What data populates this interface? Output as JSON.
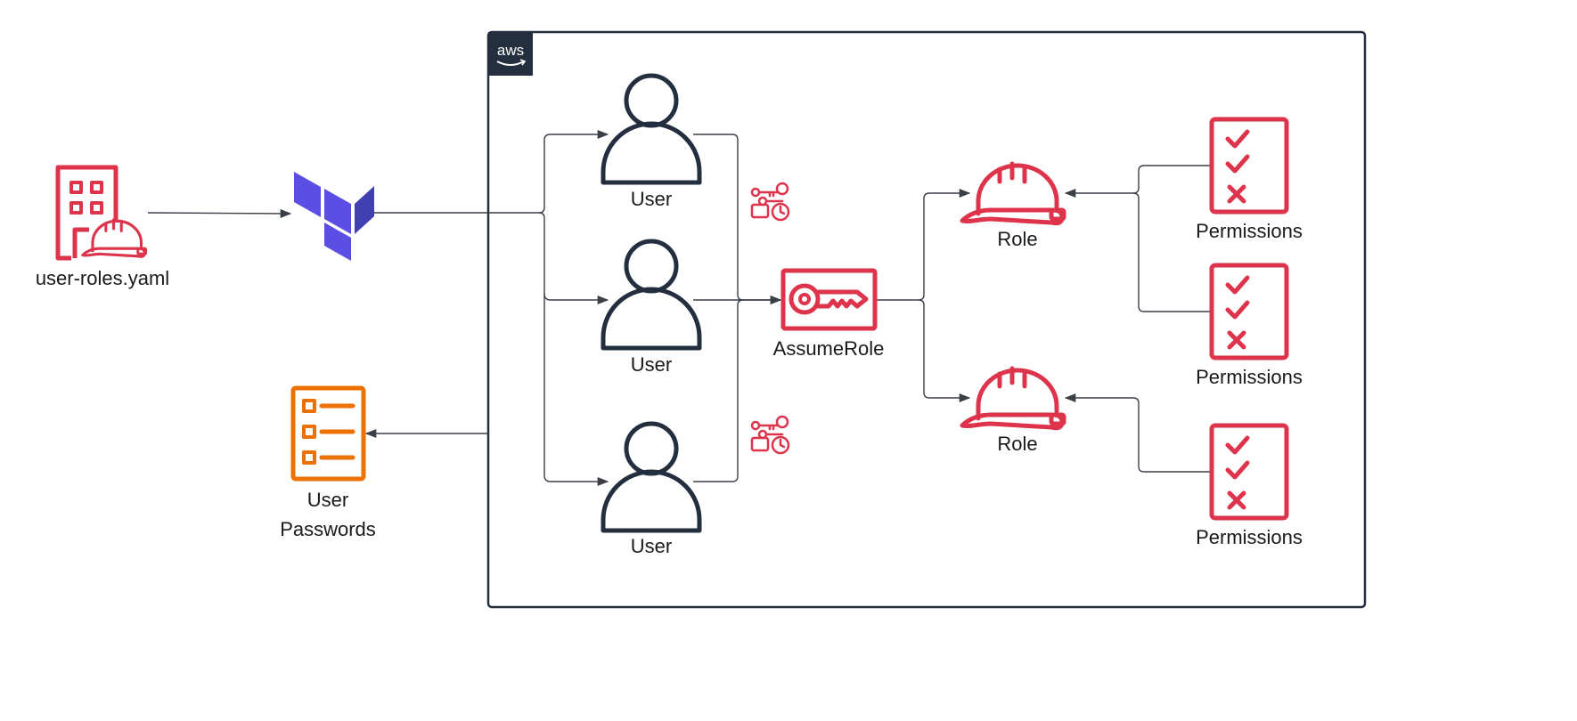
{
  "colors": {
    "line": "#3b3f48",
    "iam_red": "#dd344c",
    "terraform_purple": "#5c4ee5",
    "orange": "#ed7100",
    "dark": "#232f3e"
  },
  "aws_group": {
    "badge_text": "aws",
    "icon": "aws-logo-icon"
  },
  "nodes": {
    "source_file": {
      "label": "user-roles.yaml",
      "icon": "iam-identity-center-icon"
    },
    "terraform": {
      "icon": "terraform-logo-icon"
    },
    "user_passwords": {
      "label_line1": "User",
      "label_line2": "Passwords",
      "icon": "checklist-icon"
    },
    "users": [
      {
        "label": "User",
        "icon": "user-icon"
      },
      {
        "label": "User",
        "icon": "user-icon"
      },
      {
        "label": "User",
        "icon": "user-icon"
      }
    ],
    "temp_credentials": [
      {
        "icon": "temporary-credentials-icon"
      },
      {
        "icon": "temporary-credentials-icon"
      }
    ],
    "assume_role": {
      "label": "AssumeRole",
      "icon": "key-icon"
    },
    "roles": [
      {
        "label": "Role",
        "icon": "role-helmet-icon"
      },
      {
        "label": "Role",
        "icon": "role-helmet-icon"
      }
    ],
    "permissions": [
      {
        "label": "Permissions",
        "icon": "permissions-icon"
      },
      {
        "label": "Permissions",
        "icon": "permissions-icon"
      },
      {
        "label": "Permissions",
        "icon": "permissions-icon"
      }
    ]
  }
}
